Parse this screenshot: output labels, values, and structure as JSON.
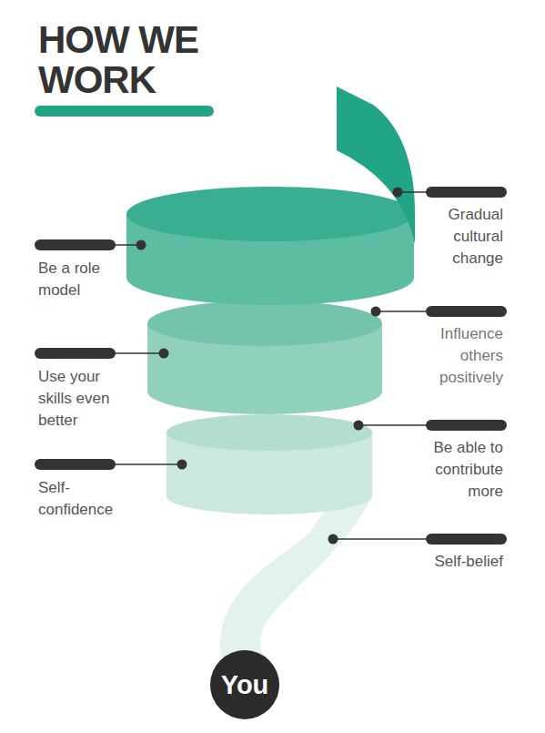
{
  "diagram": {
    "title": "HOW WE WORK",
    "nodes": [
      {
        "text": [
          "You"
        ]
      }
    ],
    "labels": [
      "Gradual cultural change",
      "Be a role model",
      "Influence others positively",
      "Use your skills even better",
      "Be able to contribute more",
      "Self-confidence",
      "Self-belief"
    ]
  }
}
